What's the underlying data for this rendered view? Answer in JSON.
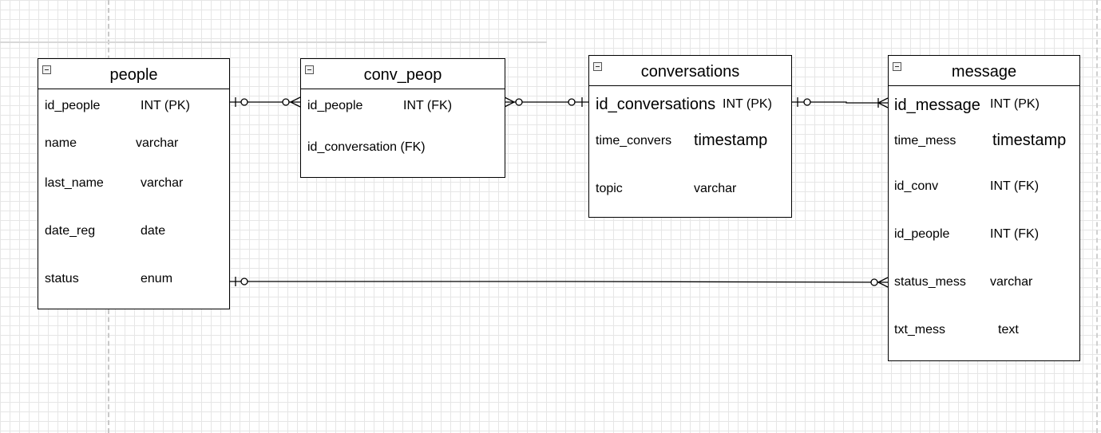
{
  "entities": {
    "people": {
      "title": "people",
      "attrs": [
        {
          "name": "id_people",
          "type": "INT (PK)"
        },
        {
          "name": "name",
          "type": "varchar"
        },
        {
          "name": "last_name",
          "type": "varchar"
        },
        {
          "name": "date_reg",
          "type": "date"
        },
        {
          "name": "status",
          "type": "enum"
        }
      ]
    },
    "conv_peop": {
      "title": "conv_peop",
      "attrs": [
        {
          "name": "id_people",
          "type": "INT (FK)"
        },
        {
          "name": "id_conversation (FK)",
          "type": ""
        }
      ]
    },
    "conversations": {
      "title": "conversations",
      "attrs": [
        {
          "name": "id_conversations",
          "type": "INT (PK)"
        },
        {
          "name": "time_convers",
          "type": "timestamp"
        },
        {
          "name": "topic",
          "type": "varchar"
        }
      ]
    },
    "message": {
      "title": "message",
      "attrs": [
        {
          "name": "id_message",
          "type": "INT (PK)"
        },
        {
          "name": "time_mess",
          "type": "timestamp"
        },
        {
          "name": "id_conv",
          "type": "INT (FK)"
        },
        {
          "name": "id_people",
          "type": "INT (FK)"
        },
        {
          "name": "status_mess",
          "type": "varchar"
        },
        {
          "name": "txt_mess",
          "type": "text"
        }
      ]
    }
  },
  "relationships": [
    {
      "from": "people.id_people",
      "to": "conv_peop.id_people",
      "from_end": "one-optional",
      "to_end": "many-optional"
    },
    {
      "from": "conv_peop.id_people",
      "to": "conversations.id_conversations",
      "from_end": "many-optional",
      "to_end": "one-optional"
    },
    {
      "from": "conversations.id_conversations",
      "to": "message.id_message",
      "from_end": "one-optional",
      "to_end": "one-or-many"
    },
    {
      "from": "people.status",
      "to": "message.status_mess",
      "from_end": "one-optional",
      "to_end": "many-optional"
    }
  ]
}
